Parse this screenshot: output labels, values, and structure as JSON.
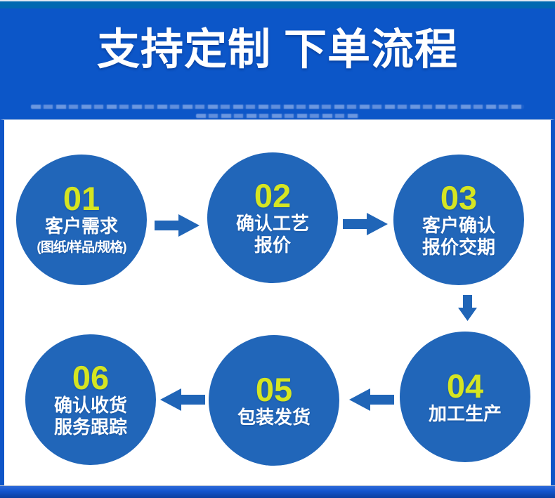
{
  "header": {
    "title": "支持定制 下单流程"
  },
  "flow": {
    "steps": [
      {
        "number": "01",
        "line1": "客户需求",
        "line2": "(图纸/样品/规格)"
      },
      {
        "number": "02",
        "line1": "确认工艺",
        "line2": "报价"
      },
      {
        "number": "03",
        "line1": "客户确认",
        "line2": "报价交期"
      },
      {
        "number": "04",
        "line1": "加工生产",
        "line2": ""
      },
      {
        "number": "05",
        "line1": "包装发货",
        "line2": ""
      },
      {
        "number": "06",
        "line1": "确认收货",
        "line2": "服务跟踪"
      }
    ],
    "arrows": [
      {
        "from": "01",
        "to": "02",
        "direction": "right"
      },
      {
        "from": "02",
        "to": "03",
        "direction": "right"
      },
      {
        "from": "03",
        "to": "04",
        "direction": "down"
      },
      {
        "from": "04",
        "to": "05",
        "direction": "left"
      },
      {
        "from": "05",
        "to": "06",
        "direction": "left"
      }
    ]
  },
  "icons": {
    "arrow_right": "➜",
    "arrow_left": "⬅",
    "arrow_down": "⬇"
  },
  "colors": {
    "header_background": "#0c56c8",
    "top_strip": "#0069b1",
    "circle_blue": "#2166b9",
    "step_number_yellow": "#d5e522",
    "arrow_blue": "#2065b7",
    "panel_background": "#ffffff",
    "text_white": "#ffffff",
    "bottom_strip_gradient_start": "#2f6ad8",
    "bottom_strip_gradient_end": "#0c3f9f"
  }
}
